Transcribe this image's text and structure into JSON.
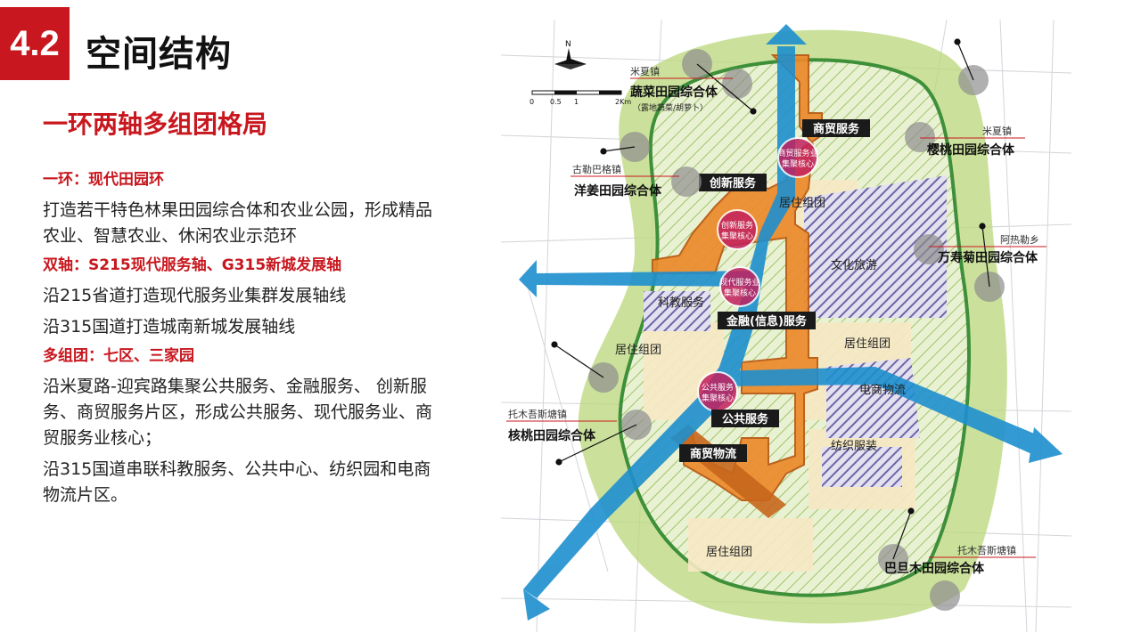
{
  "header": {
    "section_number": "4.2",
    "section_title": "空间结构"
  },
  "subtitle": "一环两轴多组团格局",
  "blocks": [
    {
      "heading": "一环：现代田园环",
      "body": "打造若干特色林果田园综合体和农业公园，形成精品农业、智慧农业、休闲农业示范环"
    },
    {
      "heading": "双轴：S215现代服务轴、G315新城发展轴",
      "body": "沿215省道打造现代服务业集群发展轴线"
    },
    {
      "heading": "",
      "body": "沿315国道打造城南新城发展轴线"
    },
    {
      "heading": "多组团：七区、三家园",
      "body": "沿米夏路-迎宾路集聚公共服务、金融服务、 创新服务、商贸服务片区，形成公共服务、现代服务业、商贸服务业核心；"
    },
    {
      "heading": "",
      "body": "沿315国道串联科教服务、公共中心、纺织园和电商物流片区。"
    }
  ],
  "map": {
    "north": "N",
    "scale": [
      "0",
      "0.5",
      "1",
      "2Km"
    ],
    "zones": {
      "shangmao": "商贸服务",
      "chuangxin": "创新服务",
      "juzhu1": "居住组团",
      "wenhua": "文化旅游",
      "kejiao": "科教服务",
      "jinrong": "金融(信息)服务",
      "juzhu2": "居住组团",
      "juzhu3": "居住组团",
      "dianshang": "电商物流",
      "gonggong": "公共服务",
      "fangzhi": "纺织服装",
      "shangmaowuliu": "商贸物流",
      "juzhu4": "居住组团"
    },
    "cores": {
      "c1a": "商贸服务业",
      "c1b": "集聚核心",
      "c2a": "创新服务",
      "c2b": "集聚核心",
      "c3a": "现代服务业",
      "c3b": "集聚核心",
      "c4a": "公共服务",
      "c4b": "集聚核心"
    },
    "parks": {
      "p1_town": "米夏镇",
      "p1_name": "蔬菜田园综合体",
      "p1_note": "（露地蔬菜/胡萝卜）",
      "p2_town": "米夏镇",
      "p2_name": "樱桃田园综合体",
      "p3_town": "古勒巴格镇",
      "p3_name": "洋姜田园综合体",
      "p4_town": "阿热勒乡",
      "p4_name": "万寿菊田园综合体",
      "p5_town": "托木吾斯塘镇",
      "p5_name": "核桃田园综合体",
      "p6_town": "托木吾斯塘镇",
      "p6_name": "巴旦木田园综合体"
    },
    "colors": {
      "green_ring": "#a9cc5c",
      "blue_axis": "#1e8fce",
      "orange_zone": "#ec8a2b",
      "purple_hatch": "#6d66a6",
      "accent_red": "#c8171e"
    }
  }
}
